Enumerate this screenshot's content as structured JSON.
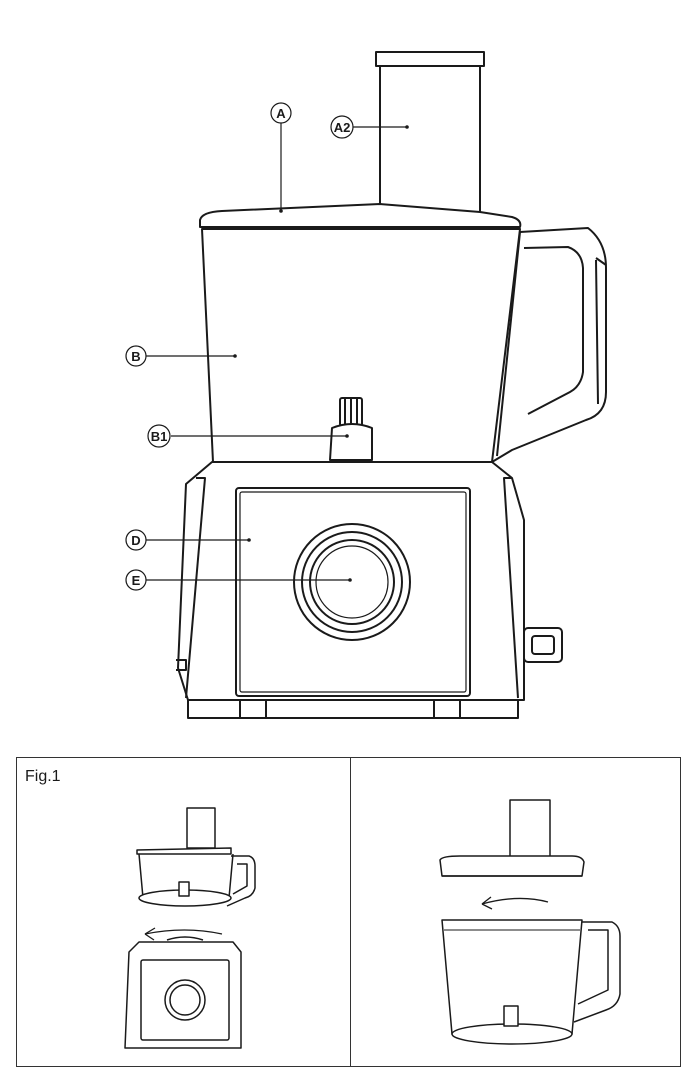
{
  "callouts": {
    "a": "A",
    "a2": "A2",
    "b": "B",
    "b1": "B1",
    "d": "D",
    "e": "E"
  },
  "figure": {
    "label": "Fig.1"
  },
  "colors": {
    "line": "#1a1a1a",
    "body": "#ffffff",
    "panel": "#333333"
  }
}
